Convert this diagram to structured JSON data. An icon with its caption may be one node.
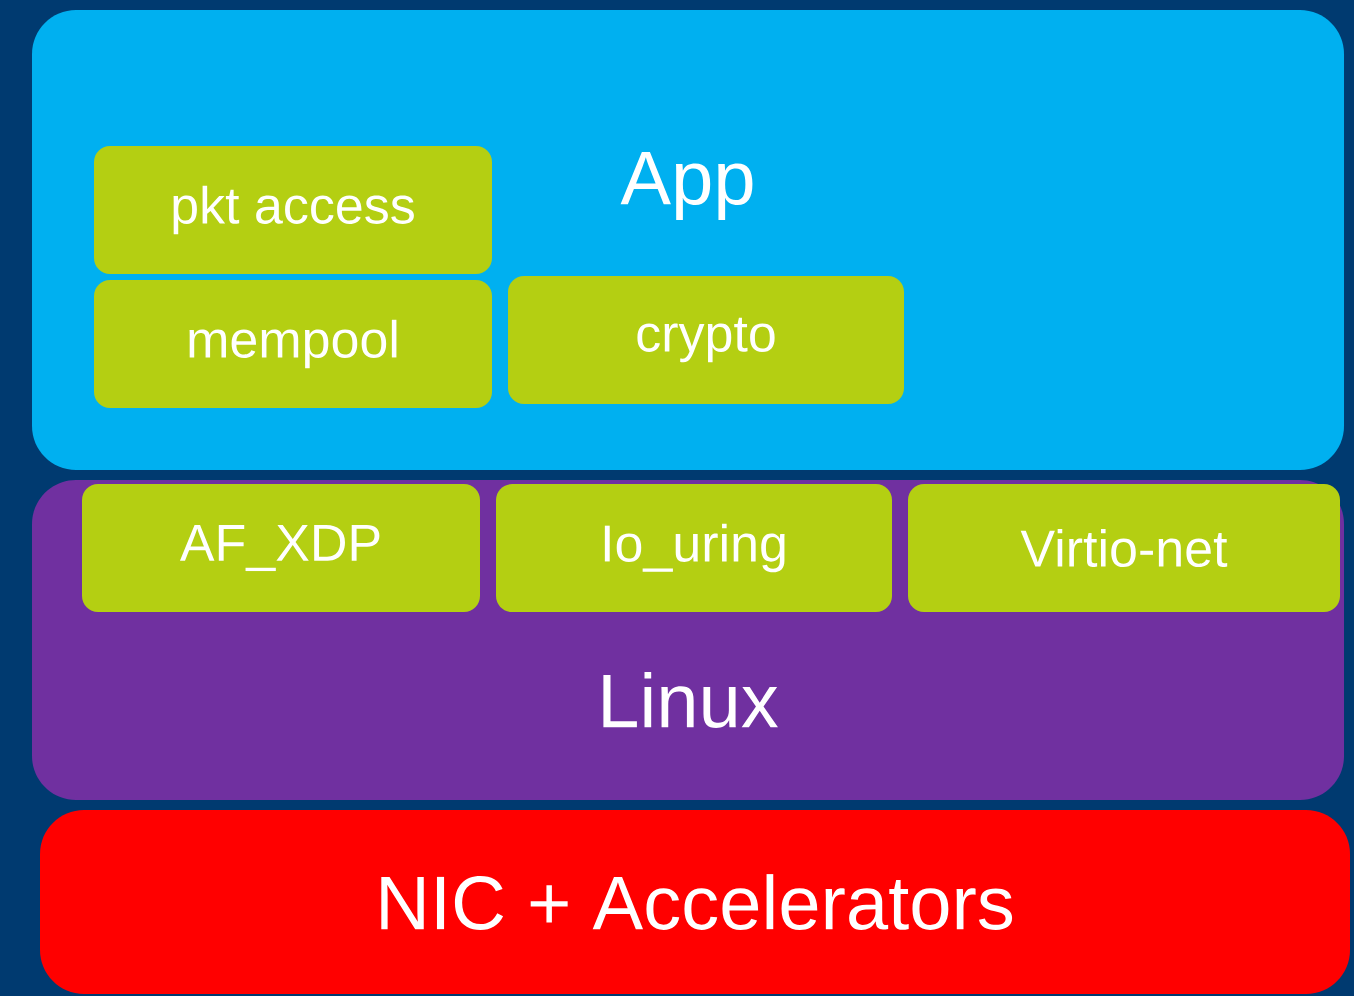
{
  "diagram": {
    "nodes": [
      {
        "text": [
          "App"
        ]
      },
      {
        "text": [
          "pkt access"
        ],
        "in": 0
      },
      {
        "text": [
          "mempool"
        ],
        "in": 0
      },
      {
        "text": [
          "crypto"
        ],
        "in": 0
      },
      {
        "text": [
          "Linux"
        ]
      },
      {
        "text": [
          "AF_XDP"
        ],
        "in": 4
      },
      {
        "text": [
          "Io_uring"
        ],
        "in": 4
      },
      {
        "text": [
          "Virtio-net"
        ],
        "in": 4
      },
      {
        "text": [
          "NIC + Accelerators"
        ]
      }
    ]
  }
}
